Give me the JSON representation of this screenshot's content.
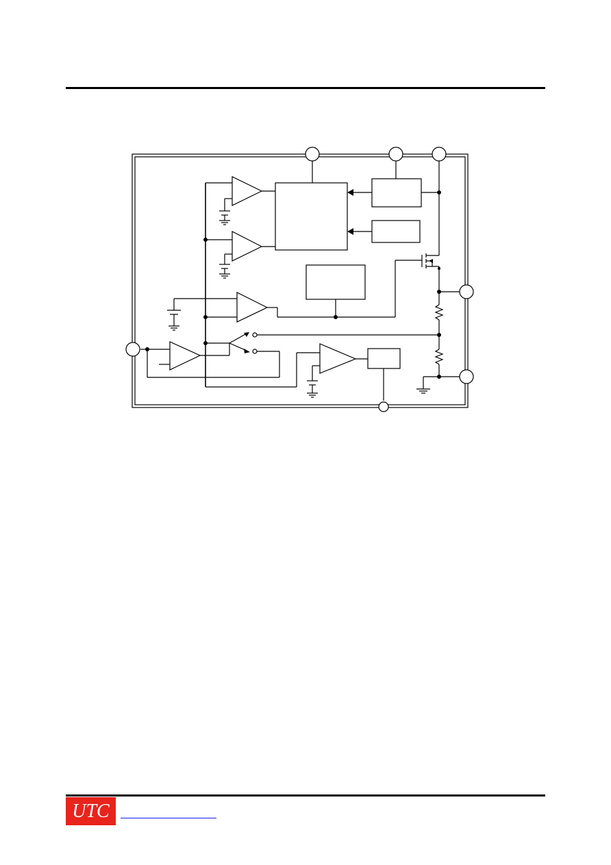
{
  "logo": {
    "text": "UTC",
    "background": "#e8241c",
    "text_color": "#ffffff"
  },
  "colors": {
    "line": "#000000",
    "link": "#1a1aee"
  },
  "diagram": {
    "kind": "block-diagram",
    "pins": [
      "pin-top-left",
      "pin-top-middle",
      "pin-top-right",
      "pin-right-upper",
      "pin-right-lower",
      "pin-left",
      "pin-bottom"
    ],
    "components": [
      "comparator-1",
      "comparator-2",
      "comparator-3",
      "error-amplifier",
      "comparator-4",
      "logic-block",
      "block-upper-right-1",
      "block-upper-right-2",
      "block-center",
      "block-lower-right",
      "pmos-transistor",
      "resistor-upper",
      "resistor-lower",
      "switch"
    ]
  }
}
